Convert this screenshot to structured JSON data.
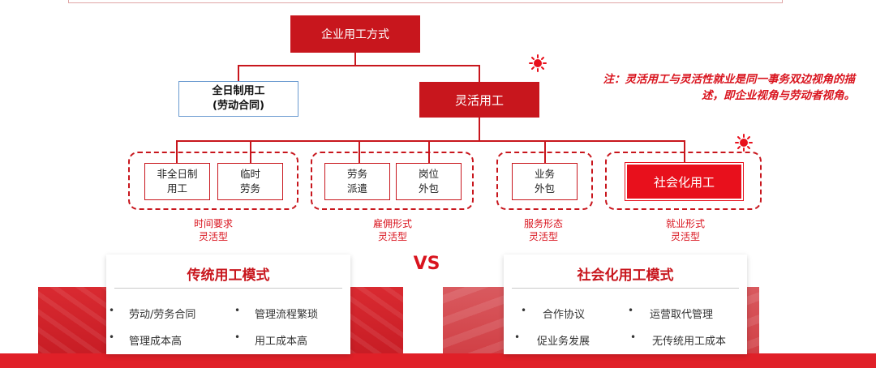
{
  "root": {
    "label": "企业用工方式"
  },
  "full_time": {
    "label": "全日制用工\n(劳动合同)"
  },
  "flexible": {
    "label": "灵活用工"
  },
  "note": {
    "text": "注：灵活用工与灵活性就业是同一事务双边视角的描述，即企业视角与劳动者视角。"
  },
  "groups": [
    {
      "items": [
        "非全日制\n用工",
        "临时\n劳务"
      ],
      "label": "时间要求\n灵活型"
    },
    {
      "items": [
        "劳务\n派遣",
        "岗位\n外包"
      ],
      "label": "雇佣形式\n灵活型"
    },
    {
      "items": [
        "业务\n外包"
      ],
      "label": "服务形态\n灵活型"
    },
    {
      "items": [
        "社会化用工"
      ],
      "label": "就业形式\n灵活型"
    }
  ],
  "vs": "VS",
  "traditional": {
    "title": "传统用工模式",
    "items": [
      "劳动/劳务合同",
      "管理流程繁琐",
      "管理成本高",
      "用工成本高"
    ]
  },
  "social": {
    "title": "社会化用工模式",
    "items": [
      "合作协议",
      "运营取代管理",
      "促业务发展",
      "无传统用工成本"
    ]
  },
  "colors": {
    "accent": "#c8161d",
    "bright_red": "#e8101c",
    "note_red": "#d9141e"
  }
}
